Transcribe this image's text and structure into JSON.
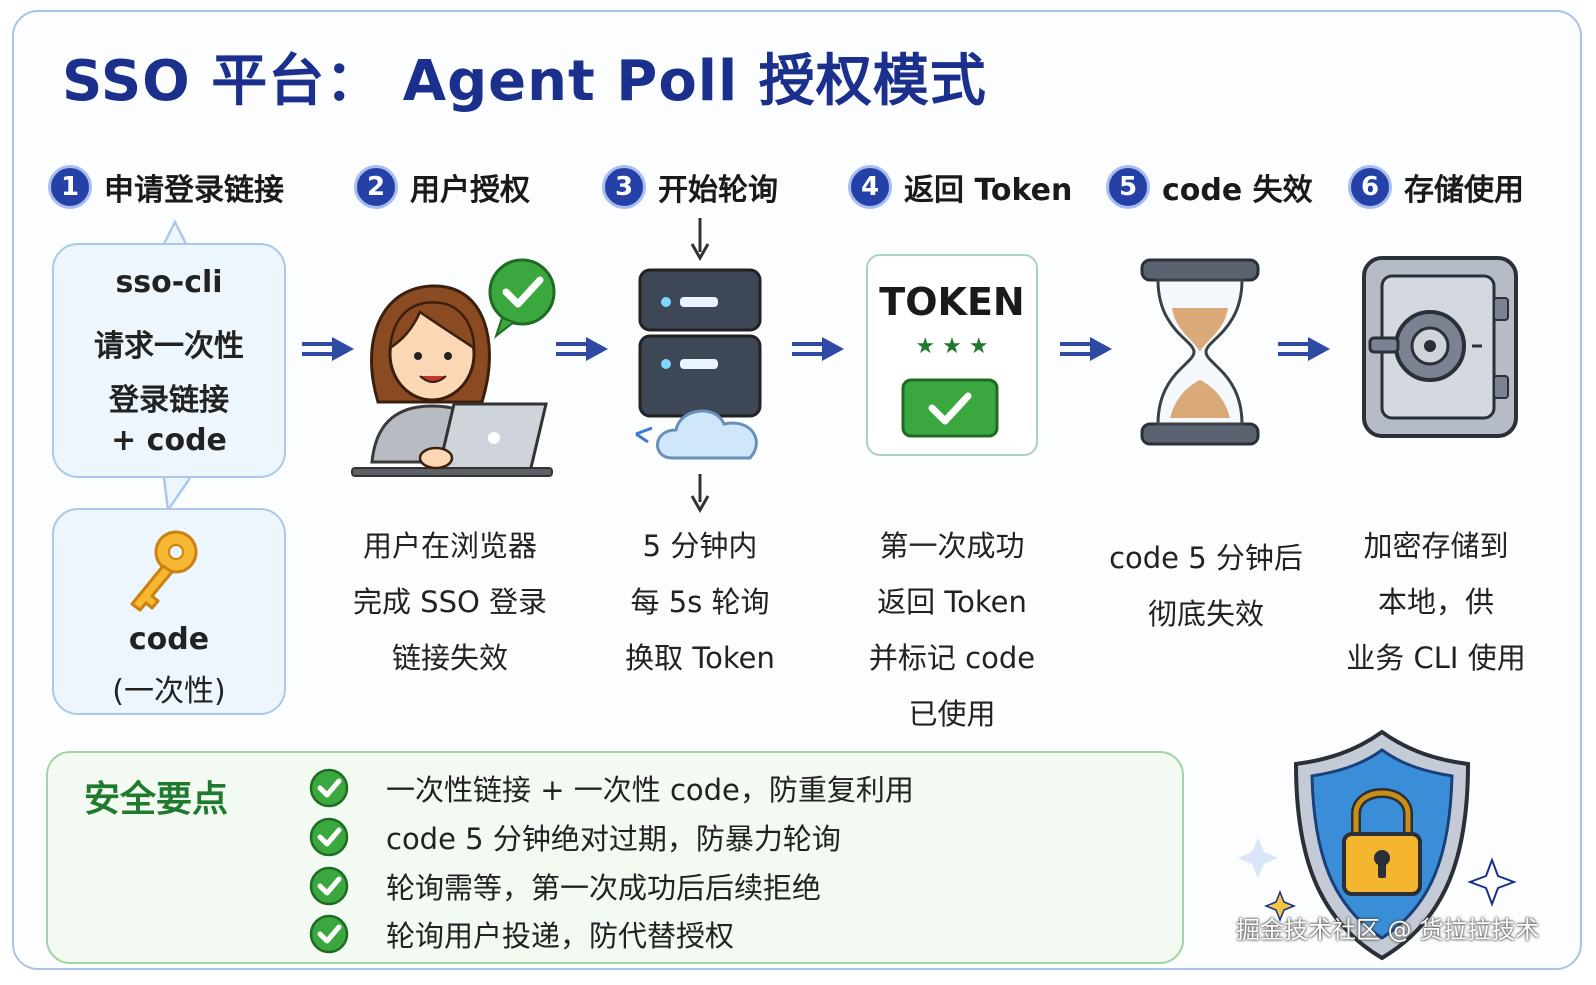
{
  "title": "SSO 平台： Agent Poll 授权模式",
  "steps": [
    {
      "num": "1",
      "label": "申请登录链接"
    },
    {
      "num": "2",
      "label": "用户授权"
    },
    {
      "num": "3",
      "label": "开始轮询"
    },
    {
      "num": "4",
      "label": "返回 Token"
    },
    {
      "num": "5",
      "label": "code 失效"
    },
    {
      "num": "6",
      "label": "存储使用"
    }
  ],
  "bubble": {
    "lines": [
      "sso-cli",
      "请求一次性",
      "登录链接",
      "+ code"
    ]
  },
  "code_box": {
    "label": "code",
    "sub": "(一次性)"
  },
  "token_card": {
    "label": "TOKEN",
    "stars": "★ ★ ★"
  },
  "descriptions": [
    [
      "用户在浏览器",
      "完成 SSO 登录",
      "链接失效"
    ],
    [
      "5 分钟内",
      "每 5s 轮询",
      "换取 Token"
    ],
    [
      "第一次成功",
      "返回 Token",
      "并标记 code",
      "已使用"
    ],
    [
      "code 5 分钟后",
      "彻底失效"
    ],
    [
      "加密存储到",
      "本地，供",
      "业务 CLI 使用"
    ]
  ],
  "security": {
    "title": "安全要点",
    "items": [
      "一次性链接 + 一次性 code，防重复利用",
      "code 5 分钟绝对过期，防暴力轮询",
      "轮询需等，第一次成功后后续拒绝",
      "轮询用户投递，防代替授权"
    ]
  },
  "watermark": "掘金技术社区 @ 货拉拉技术",
  "colors": {
    "title": "#1b2f8c",
    "step_circle": "#2541a8",
    "security_title": "#1f7a2e",
    "check": "#3aa83f"
  }
}
